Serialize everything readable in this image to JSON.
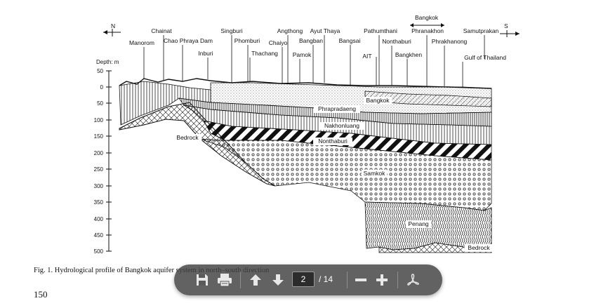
{
  "figure": {
    "directions": {
      "north": "N",
      "south": "S"
    },
    "depth_unit": "Depth: m",
    "depth_ticks": [
      "50",
      "0",
      "50",
      "100",
      "150",
      "200",
      "250",
      "300",
      "350",
      "400",
      "450",
      "500"
    ],
    "bangkok_bracket": "Bangkok",
    "place_labels": [
      "Chainat",
      "Manorom",
      "Chao Phraya Dam",
      "Inburi",
      "Singburi",
      "Phomburi",
      "Thachang",
      "Chaiyo",
      "Angthong",
      "Pamok",
      "Bangban",
      "Ayut Thaya",
      "Bangsai",
      "Pathumthani",
      "AIT",
      "Nonthaburi",
      "Bangkhen",
      "Phranakhon",
      "Phrakhanong",
      "Samutprakan",
      "Gulf of Thailand"
    ],
    "layer_labels": [
      "Bangkok",
      "Phrapradaeng",
      "Nakhonluang",
      "Nonthaburi",
      "Samkok",
      "Penang"
    ],
    "bedrock_labels": [
      "Bedrock",
      "Bedrock"
    ]
  },
  "caption": "Fig. 1.  Hydrological profile of Bangkok aquifer system in north–south direction",
  "page_number": "150",
  "toolbar": {
    "current_page": "2",
    "total_pages": "/ 14",
    "icons": [
      "save-icon",
      "print-icon",
      "arrow-up-icon",
      "arrow-down-icon",
      "zoom-out-icon",
      "zoom-in-icon",
      "acrobat-icon"
    ]
  }
}
